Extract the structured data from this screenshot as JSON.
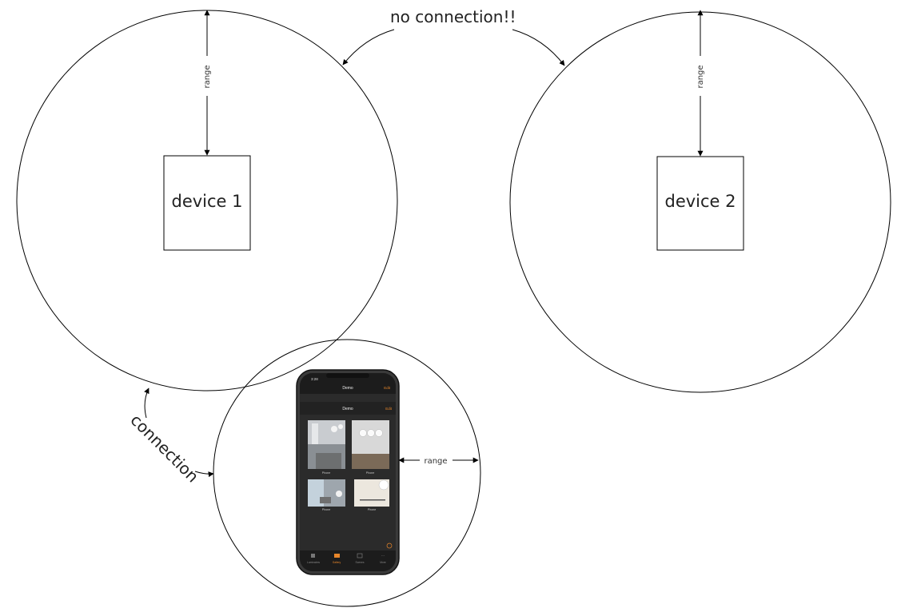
{
  "devices": [
    {
      "label": "device 1"
    },
    {
      "label": "device 2"
    }
  ],
  "range_label": "range",
  "no_connection_label": "no connection!!",
  "connection_label": "connection",
  "phone": {
    "time": "3:28",
    "nav_title": "Demo",
    "nav_action": "Edit",
    "inner_title": "Demo",
    "inner_action": "Edit",
    "tiles": [
      {
        "caption": "Phone"
      },
      {
        "caption": "Phone"
      },
      {
        "caption": "Phone"
      },
      {
        "caption": "Phone"
      }
    ],
    "tabs": [
      {
        "label": "Luminaires",
        "icon": "luminaire-icon"
      },
      {
        "label": "Gallery",
        "icon": "gallery-icon"
      },
      {
        "label": "Scenes",
        "icon": "scenes-icon"
      },
      {
        "label": "More",
        "icon": "more-icon"
      }
    ],
    "colors": {
      "accent": "#e8862a",
      "background": "#2b2b2b",
      "bar": "#1c1c1c"
    }
  }
}
